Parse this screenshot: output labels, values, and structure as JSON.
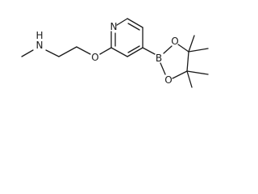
{
  "molecule": {
    "atoms": {
      "n_amine": "N",
      "h_amine": "H",
      "o_ether": "O",
      "n_pyridine": "N",
      "b_boron": "B",
      "o_ring_top": "O",
      "o_ring_bottom": "O"
    }
  }
}
